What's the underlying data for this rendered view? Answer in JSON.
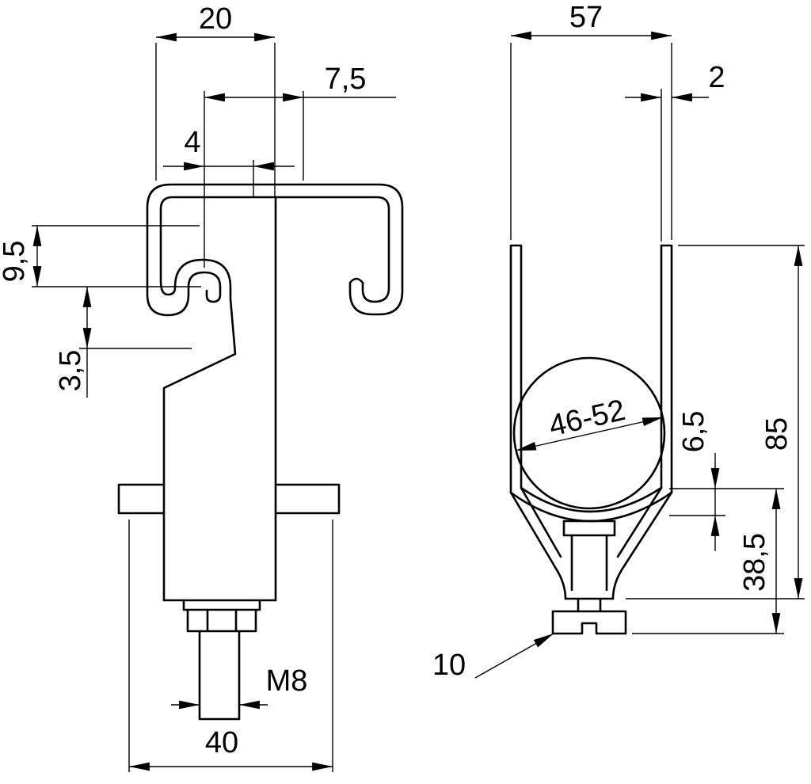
{
  "drawing": {
    "dimensions": {
      "top_width": "20",
      "hook_depth": "7,5",
      "slot_width": "4",
      "hook_opening": "9,5",
      "lip_height": "3,5",
      "overall_width": "57",
      "wall_thickness": "2",
      "clamping_range": "46-52",
      "saddle_offset": "6,5",
      "overall_height": "85",
      "lower_height": "38,5",
      "screw_size": "10",
      "thread_size": "M8",
      "base_width": "40"
    },
    "colors": {
      "line": "#000000",
      "background": "#ffffff"
    }
  }
}
